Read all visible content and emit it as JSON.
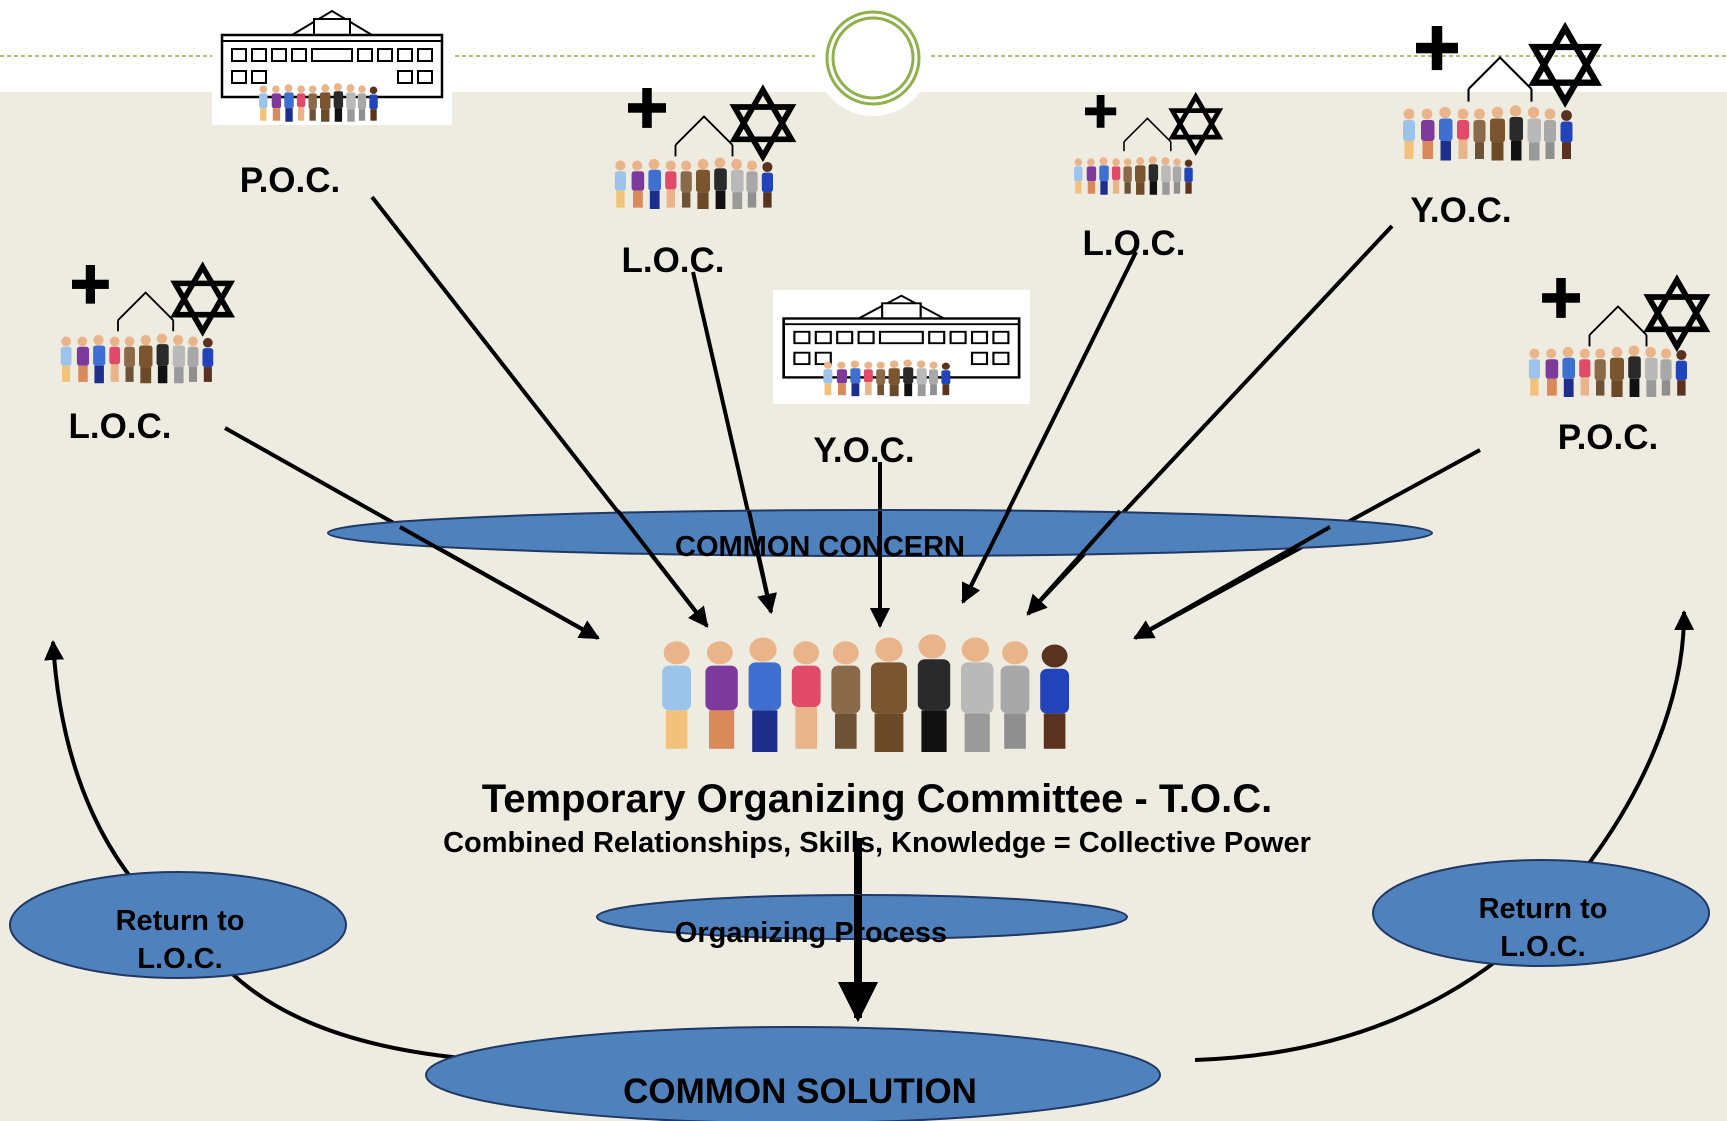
{
  "colors": {
    "background": "#eeebe1",
    "header_band": "#ffffff",
    "dashed_rule": "#8fb04a",
    "ellipse_fill": "#4f81bd",
    "ellipse_stroke": "#1f3864",
    "ring": "#8fb04a"
  },
  "nodes": {
    "poc_left": "P.O.C.",
    "loc_top_center": "L.O.C.",
    "loc_top_right": "L.O.C.",
    "yoc_top_right": "Y.O.C.",
    "loc_left": "L.O.C.",
    "yoc_center": "Y.O.C.",
    "poc_right": "P.O.C."
  },
  "common_concern": "COMMON CONCERN",
  "toc": {
    "title": "Temporary Organizing Committee - T.O.C.",
    "subtitle": "Combined Relationships, Skills, Knowledge = Collective Power"
  },
  "organizing_process": "Organizing Process",
  "common_solution": "COMMON SOLUTION",
  "return_left": [
    "Return to",
    "L.O.C."
  ],
  "return_right": [
    "Return to",
    "L.O.C."
  ],
  "icons": {
    "school": "school-building-icon",
    "church": "church-cross-icon",
    "synagogue": "star-of-david-icon",
    "group": "people-group-icon"
  }
}
